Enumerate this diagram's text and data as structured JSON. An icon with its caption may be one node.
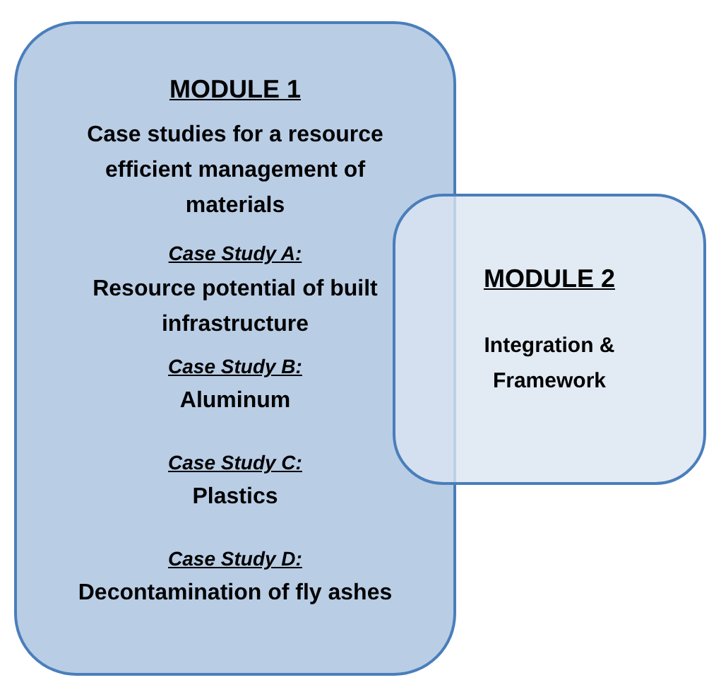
{
  "diagram": {
    "nodes": [
      {
        "text": [
          "MODULE 1",
          "Case studies for a resource efficient management of materials",
          "Case Study A:",
          "Resource potential of built infrastructure",
          "Case Study B:",
          "Aluminum",
          "Case Study C:",
          "Plastics",
          "Case Study D:",
          "Decontamination of fly ashes"
        ]
      },
      {
        "text": [
          "MODULE 2",
          "Integration & Framework"
        ]
      }
    ]
  }
}
